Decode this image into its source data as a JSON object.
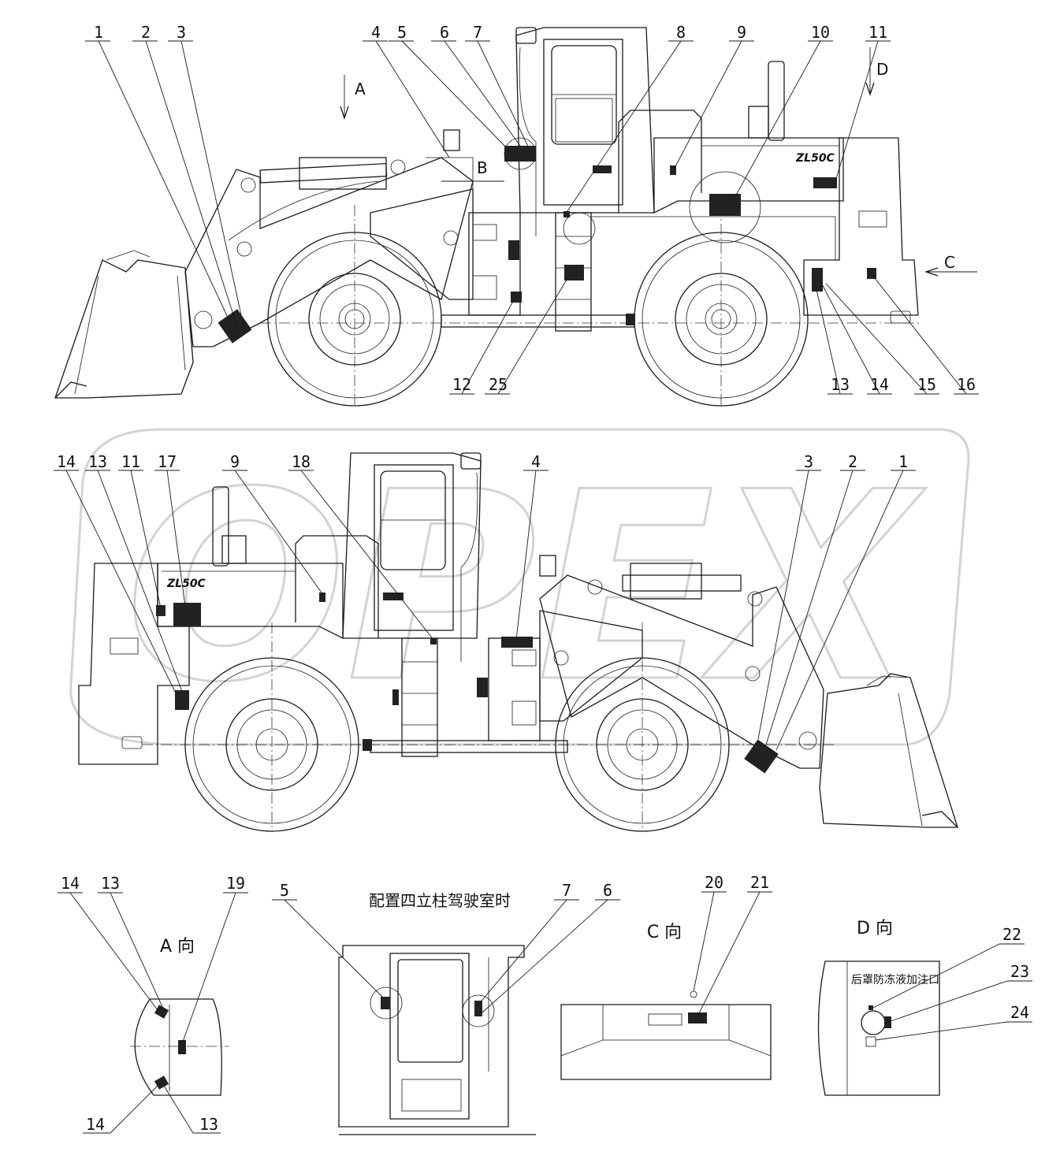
{
  "watermark": "OPEX",
  "model_badge": "ZL50C",
  "views": {
    "top_side": {
      "callouts": [
        {
          "n": "1"
        },
        {
          "n": "2"
        },
        {
          "n": "3"
        },
        {
          "n": "4"
        },
        {
          "n": "5"
        },
        {
          "n": "6"
        },
        {
          "n": "7"
        },
        {
          "n": "8"
        },
        {
          "n": "9"
        },
        {
          "n": "10"
        },
        {
          "n": "11"
        },
        {
          "n": "12"
        },
        {
          "n": "25"
        },
        {
          "n": "13"
        },
        {
          "n": "14"
        },
        {
          "n": "15"
        },
        {
          "n": "16"
        }
      ],
      "arrows": {
        "a": "A",
        "b": "B",
        "c": "C",
        "d": "D"
      }
    },
    "bottom_side": {
      "callouts": [
        {
          "n": "14"
        },
        {
          "n": "13"
        },
        {
          "n": "11"
        },
        {
          "n": "17"
        },
        {
          "n": "9"
        },
        {
          "n": "18"
        },
        {
          "n": "4"
        },
        {
          "n": "3"
        },
        {
          "n": "2"
        },
        {
          "n": "1"
        }
      ]
    },
    "view_a": {
      "title": "A 向",
      "callouts": [
        {
          "n": "14"
        },
        {
          "n": "13"
        },
        {
          "n": "19"
        },
        {
          "n": "14"
        },
        {
          "n": "13"
        }
      ]
    },
    "cab_detail": {
      "title": "配置四立柱驾驶室时",
      "callouts": [
        {
          "n": "5"
        },
        {
          "n": "7"
        },
        {
          "n": "6"
        }
      ]
    },
    "view_c": {
      "title": "C 向",
      "callouts": [
        {
          "n": "20"
        },
        {
          "n": "21"
        }
      ]
    },
    "view_d": {
      "title": "D 向",
      "panel_label": "后罩防冻液加注口",
      "callouts": [
        {
          "n": "22"
        },
        {
          "n": "23"
        },
        {
          "n": "24"
        }
      ]
    }
  }
}
